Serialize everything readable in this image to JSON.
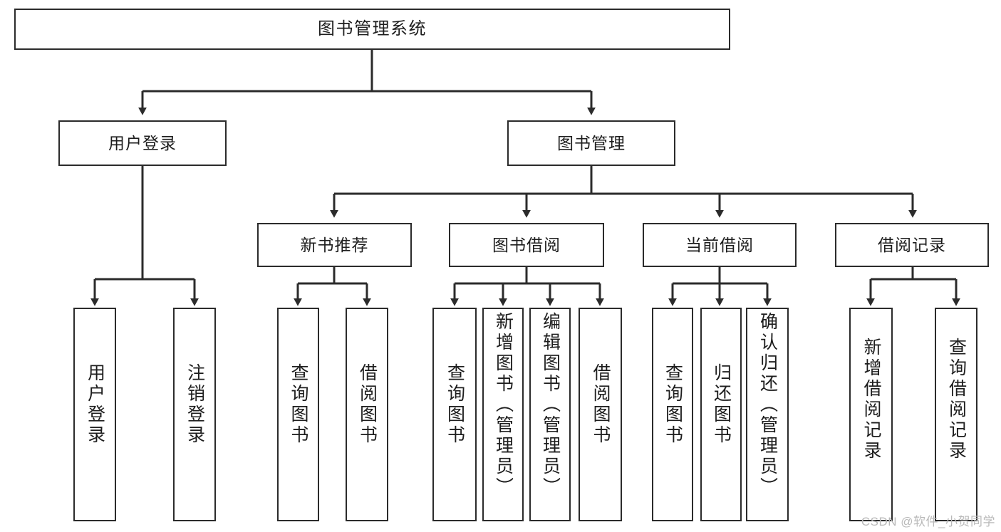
{
  "diagram": {
    "type": "tree-hierarchy-chart",
    "title": "图书管理系统",
    "watermark": "CSDN @软件_小贺同学",
    "colors": {
      "border": "#2b2b2b",
      "background": "#ffffff",
      "text": "#1d1d1d",
      "connector": "#2b2b2b",
      "watermark": "#b9b9b9"
    },
    "root": {
      "label": "图书管理系统"
    },
    "level1": [
      {
        "label": "用户登录"
      },
      {
        "label": "图书管理"
      }
    ],
    "level2": [
      {
        "label": "新书推荐"
      },
      {
        "label": "图书借阅"
      },
      {
        "label": "当前借阅"
      },
      {
        "label": "借阅记录"
      }
    ],
    "leaves": {
      "user_login": [
        {
          "label": "用户登录"
        },
        {
          "label": "注销登录"
        }
      ],
      "new_book_recommend": [
        {
          "label": "查询图书"
        },
        {
          "label": "借阅图书"
        }
      ],
      "book_borrow": [
        {
          "label": "查询图书"
        },
        {
          "label": "新增图书（管理员）"
        },
        {
          "label": "编辑图书（管理员）"
        },
        {
          "label": "借阅图书"
        }
      ],
      "current_borrow": [
        {
          "label": "查询图书"
        },
        {
          "label": "归还图书"
        },
        {
          "label": "确认归还（管理员）"
        }
      ],
      "borrow_record": [
        {
          "label": "新增借阅记录"
        },
        {
          "label": "查询借阅记录"
        }
      ]
    }
  }
}
